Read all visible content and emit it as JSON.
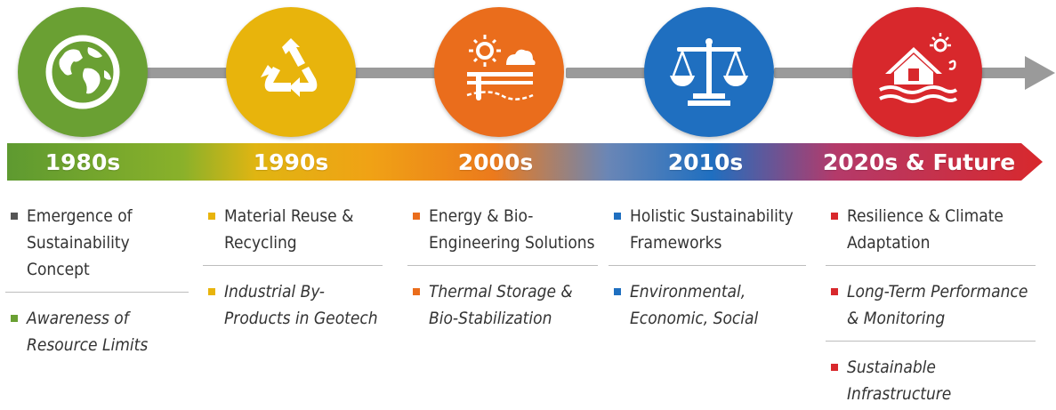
{
  "colors": {
    "green": "#6aa033",
    "yellow": "#e8b40c",
    "orange": "#ea6d1c",
    "blue": "#1f6fc0",
    "red": "#d8282c",
    "connector": "#9a9a9a"
  },
  "milestones": [
    {
      "decade": "1980s",
      "icon": "globe-icon",
      "items": [
        "Emergence of Sustainability Concept",
        "Awareness of Resource Limits"
      ]
    },
    {
      "decade": "1990s",
      "icon": "recycle-icon",
      "items": [
        "Material Reuse & Recycling",
        "Industrial By-Products in Geotech"
      ]
    },
    {
      "decade": "2000s",
      "icon": "sun-energy-icon",
      "items": [
        "Energy & Bio-Engineering Solutions",
        "Thermal Storage & Bio-Stabilization"
      ]
    },
    {
      "decade": "2010s",
      "icon": "balance-scale-icon",
      "items": [
        "Holistic Sustainability Frameworks",
        "Environmental, Economic, Social"
      ]
    },
    {
      "decade": "2020s & Future",
      "icon": "house-flood-icon",
      "items": [
        "Resilience & Climate Adaptation",
        "Long-Term Performance & Monitoring",
        "Sustainable Infrastructure"
      ]
    }
  ]
}
